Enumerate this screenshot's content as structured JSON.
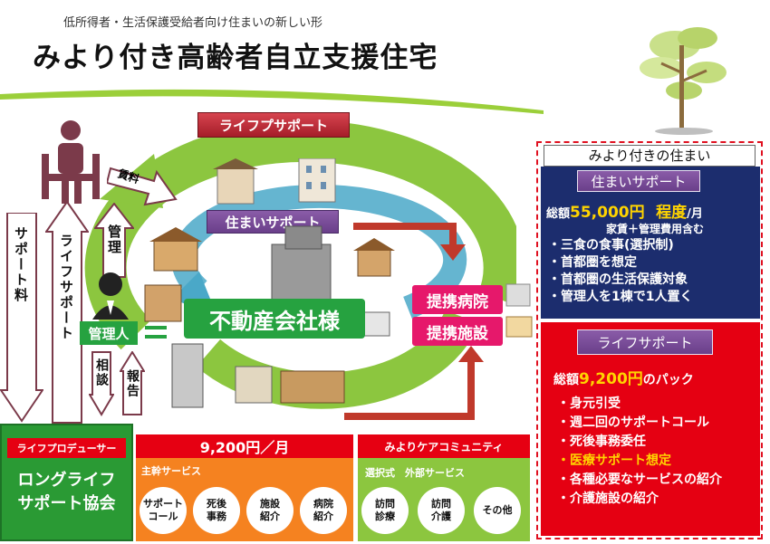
{
  "header": {
    "subtitle": "低所得者・生活保護受給者向け住まいの新しい形",
    "title": "みより付き高齢者自立支援住宅"
  },
  "diagram": {
    "life_support_top": "ライフプサポート",
    "housing_support_center": "住まいサポート",
    "realty": "不動産会社様",
    "hospital": "提携病院",
    "facility": "提携施設",
    "manager": "管理人",
    "rent_label": "賃料",
    "manage_label": "管理",
    "consult_label": "相談",
    "report_label": "報告",
    "support_fee": "サポート料",
    "life_support_vert": "ライフサポート"
  },
  "right_panel": {
    "title": "みより付きの住まい",
    "housing": {
      "header": "住まいサポート",
      "total_prefix": "総額",
      "total_amount": "55,000円",
      "total_approx": "程度",
      "total_suffix": "/月",
      "note": "家賃＋管理費用含む",
      "items": [
        "・三食の食事(選択制)",
        "・首都圏を想定",
        "・首都圏の生活保護対象",
        "・管理人を1棟で1人置く"
      ]
    },
    "life": {
      "header": "ライフサポート",
      "total_prefix": "総額",
      "total_amount": "9,200円",
      "total_suffix": "のパック",
      "items": [
        "・身元引受",
        "・週二回のサポートコール",
        "・死後事務委任",
        "・医療サポート想定",
        "・各種必要なサービスの紹介",
        "・介護施設の紹介"
      ]
    }
  },
  "bottom": {
    "producer_label": "ライフプロデューサー",
    "org_line1": "ロングライフ",
    "org_line2": "サポート協会",
    "price": "9,200円／月",
    "main_services_label": "主幹サービス",
    "main_services": [
      "サポート\nコール",
      "死後\n事務",
      "施設\n紹介",
      "病院\n紹介"
    ],
    "community": "みよりケアコミュニティ",
    "ext_label": "選択式　外部サービス",
    "ext_services": [
      "訪問\n診療",
      "訪問\n介護",
      "その他"
    ]
  },
  "colors": {
    "green": "#8cc63f",
    "navy": "#1c2d6e",
    "red": "#e50012",
    "orange": "#f58220",
    "purple": "#6a3f8a"
  }
}
